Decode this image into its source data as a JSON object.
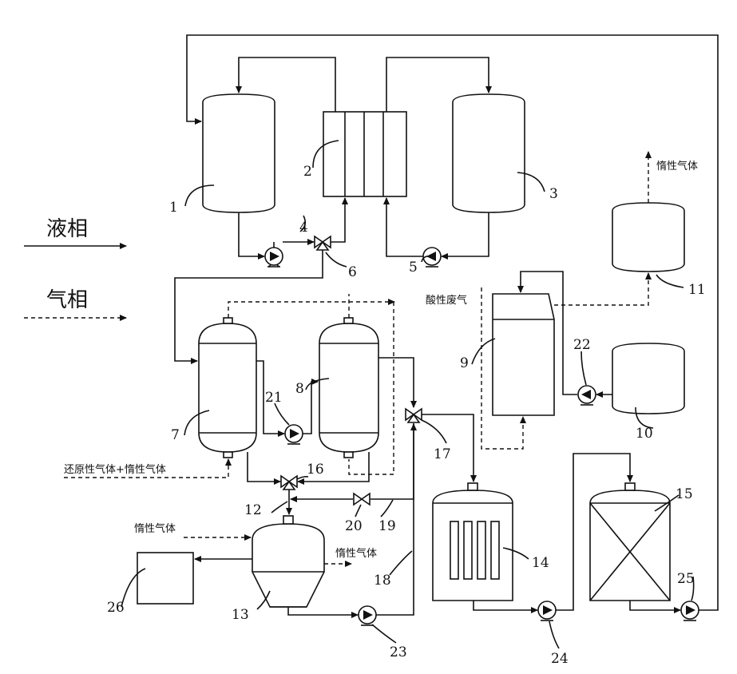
{
  "legend": {
    "liquid_label": "液相",
    "gas_label": "气相"
  },
  "annotations": {
    "inert_gas_top": "惰性气体",
    "acid_waste_gas": "酸性废气",
    "reducing_inert_gas": "还原性气体+惰性气体",
    "inert_gas_in": "惰性气体",
    "inert_gas_out": "惰性气体"
  },
  "numbers": {
    "n1": "1",
    "n2": "2",
    "n3": "3",
    "n4": "4",
    "n5": "5",
    "n6": "6",
    "n7": "7",
    "n8": "8",
    "n9": "9",
    "n10": "10",
    "n11": "11",
    "n12": "12",
    "n13": "13",
    "n14": "14",
    "n15": "15",
    "n16": "16",
    "n17": "17",
    "n18": "18",
    "n19": "19",
    "n20": "20",
    "n21": "21",
    "n22": "22",
    "n23": "23",
    "n24": "24",
    "n25": "25",
    "n26": "26"
  }
}
